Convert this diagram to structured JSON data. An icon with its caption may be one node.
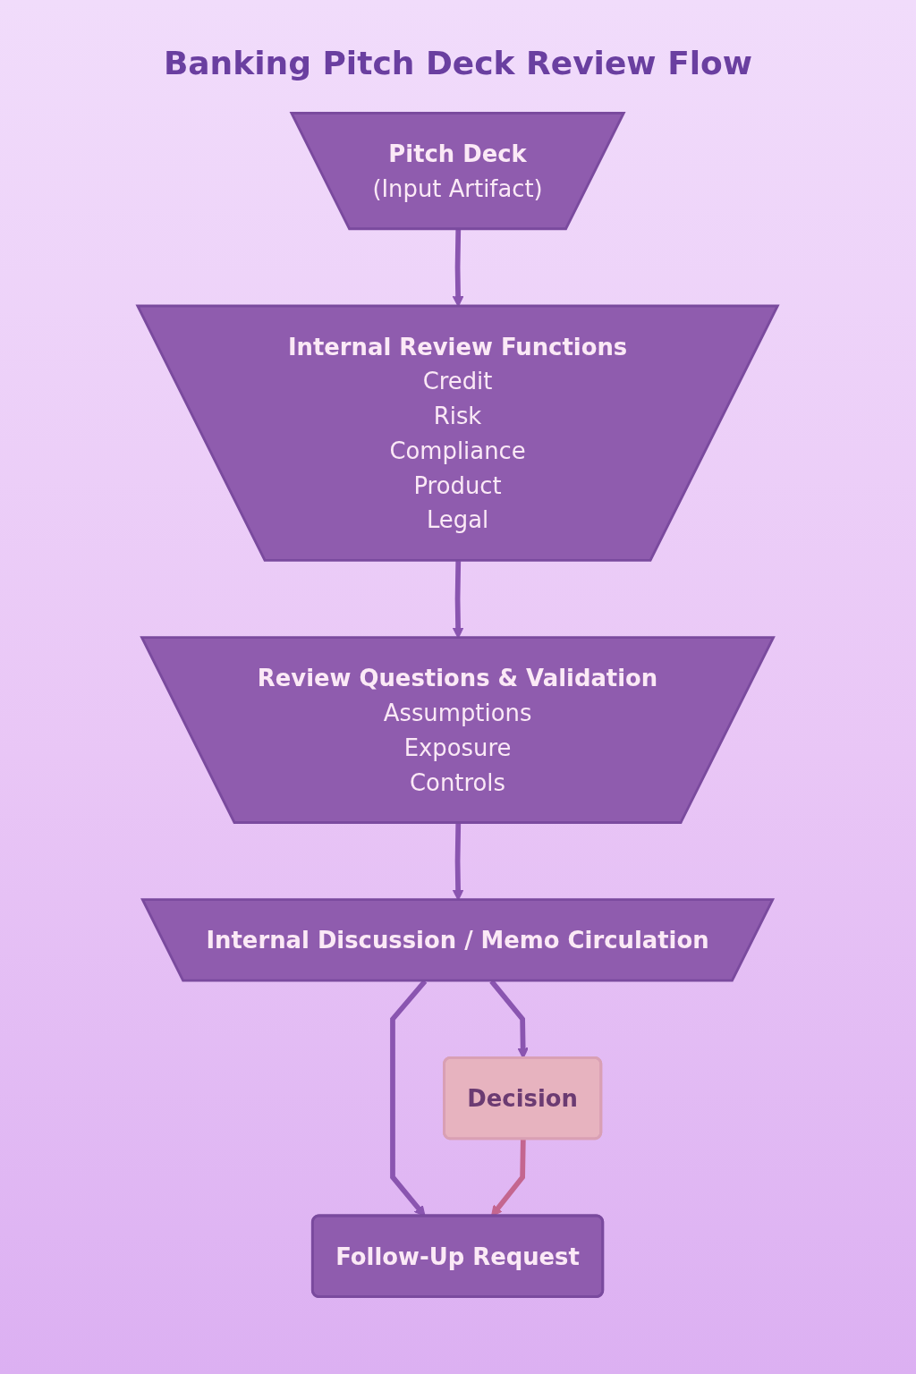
{
  "diagram": {
    "title": "Banking Pitch Deck Review Flow",
    "nodes": [
      {
        "text": [
          "Pitch Deck",
          "(Input Artifact)"
        ]
      },
      {
        "text": [
          "Internal Review Functions",
          "Credit",
          "Risk",
          "Compliance",
          "Product",
          "Legal"
        ]
      },
      {
        "text": [
          "Review Questions & Validation",
          "Assumptions",
          "Exposure",
          "Controls"
        ]
      },
      {
        "text": [
          "Internal Discussion / Memo Circulation"
        ]
      },
      {
        "text": [
          "Decision"
        ]
      },
      {
        "text": [
          "Follow-Up Request"
        ]
      }
    ],
    "edges": [
      {
        "from": 0,
        "to": 1,
        "arrow": "to"
      },
      {
        "from": 1,
        "to": 2,
        "arrow": "to"
      },
      {
        "from": 2,
        "to": 3,
        "arrow": "to"
      },
      {
        "from": 3,
        "to": 4,
        "arrow": "to"
      },
      {
        "from": 3,
        "to": 5,
        "arrow": "to"
      },
      {
        "from": 4,
        "to": 5,
        "arrow": "to",
        "color": "#c4668f"
      }
    ]
  }
}
